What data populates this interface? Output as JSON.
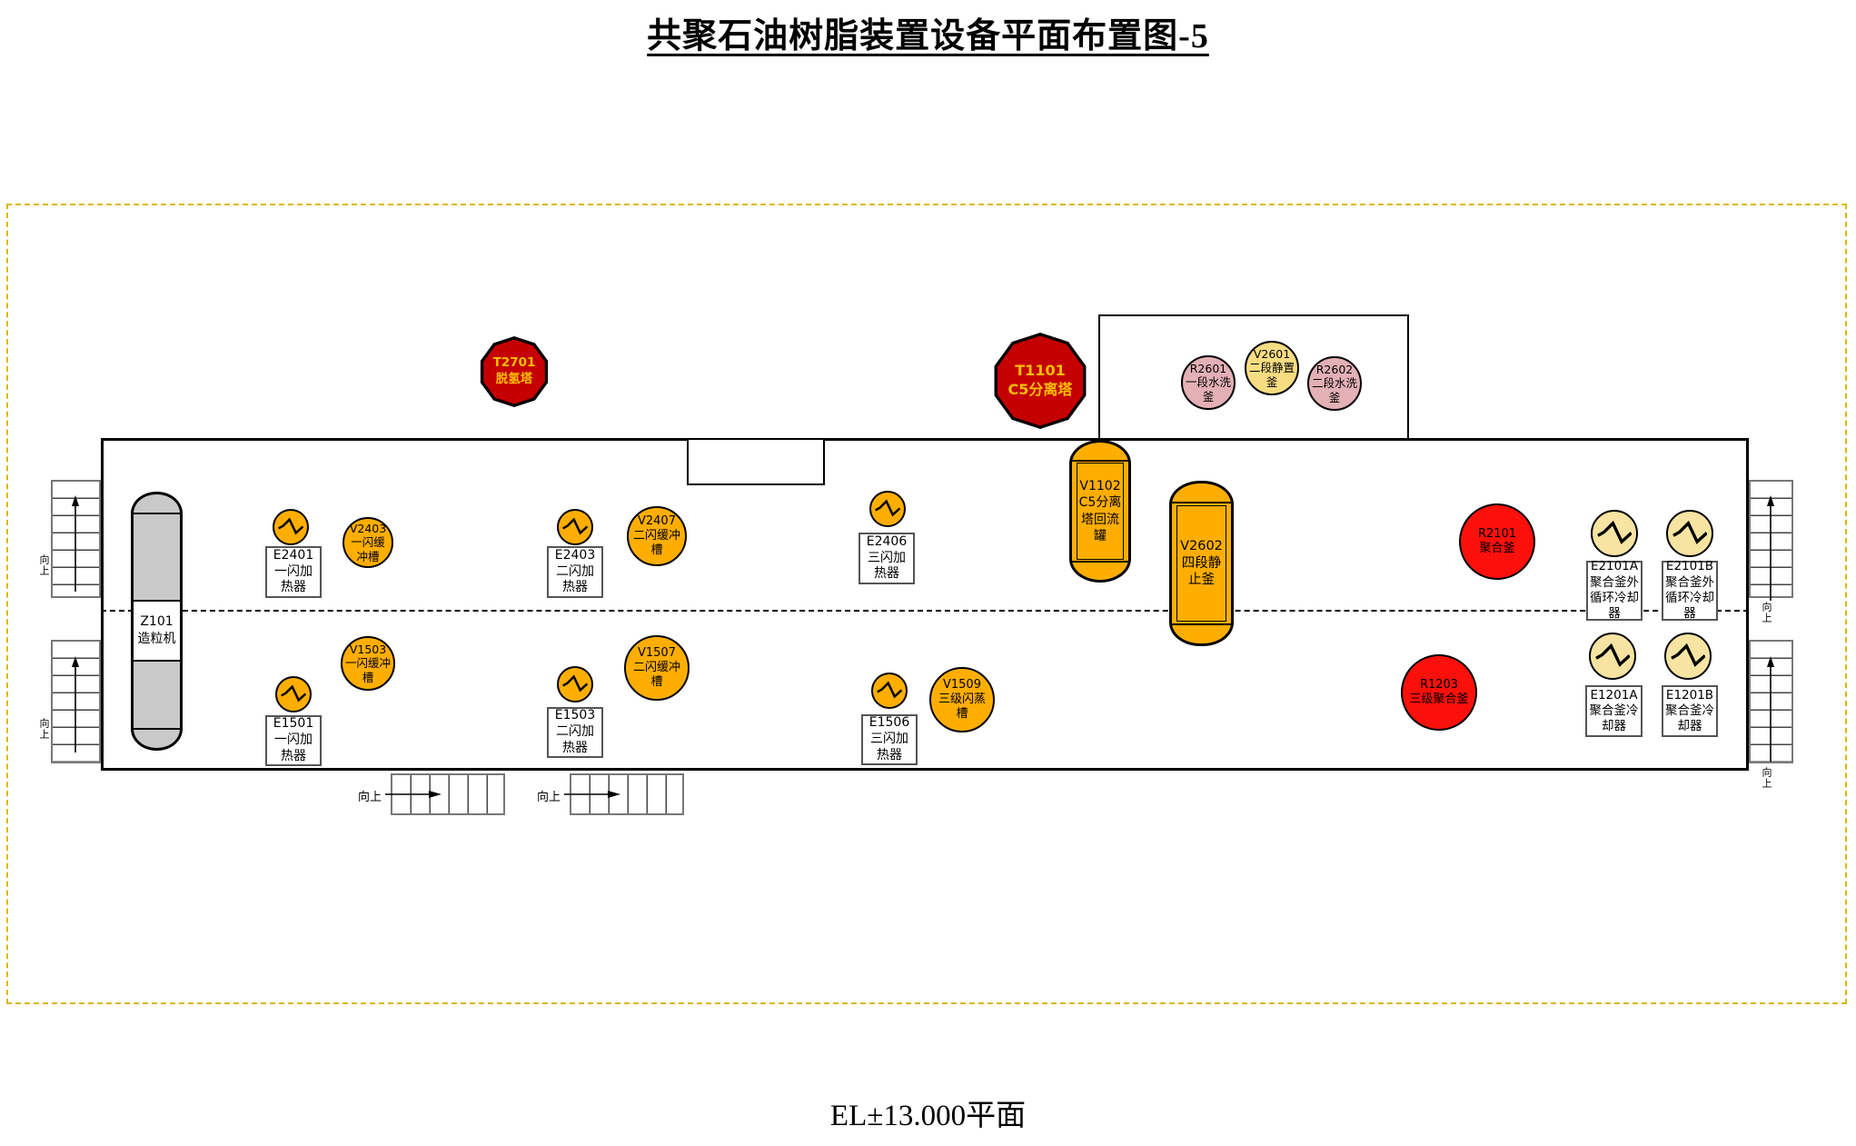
{
  "title": "共聚石油树脂装置设备平面布置图-5",
  "footer": "EL±13.000平面",
  "labels": {
    "up": "向上"
  },
  "colors": {
    "equipment_orange": "#ffae00",
    "equipment_cream": "#f7e4a2",
    "equipment_pink": "#e3b0b5",
    "equipment_yellow": "#f8dc82",
    "reactor_red": "#fb100b",
    "tower_dark_red": "#c40000",
    "tower_text_yellow": "#ffc000",
    "granulator_gray": "#c9c9c9",
    "boundary_dash_yellow": "#ddb700"
  },
  "equipment": {
    "Z101": {
      "id": "Z101",
      "name": "造粒机"
    },
    "T2701": {
      "id": "T2701",
      "name": "脱氢塔"
    },
    "T1101": {
      "id": "T1101",
      "name": "C5分离塔"
    },
    "V1102": {
      "id": "V1102",
      "name": "C5分离塔回流罐"
    },
    "V2602": {
      "id": "V2602",
      "name": "四段静止釜"
    },
    "R2601": {
      "id": "R2601",
      "name": "一段水洗釜"
    },
    "V2601": {
      "id": "V2601",
      "name": "二段静置釜"
    },
    "R2602": {
      "id": "R2602",
      "name": "二段水洗釜"
    },
    "E2401": {
      "id": "E2401",
      "name": "一闪加热器"
    },
    "V2403": {
      "id": "V2403",
      "name": "一闪缓冲槽"
    },
    "E2403": {
      "id": "E2403",
      "name": "二闪加热器"
    },
    "V2407": {
      "id": "V2407",
      "name": "二闪缓冲槽"
    },
    "E2406": {
      "id": "E2406",
      "name": "三闪加热器"
    },
    "E1501": {
      "id": "E1501",
      "name": "一闪加热器"
    },
    "V1503": {
      "id": "V1503",
      "name": "一闪缓冲槽"
    },
    "E1503": {
      "id": "E1503",
      "name": "二闪加热器"
    },
    "V1507": {
      "id": "V1507",
      "name": "二闪缓冲槽"
    },
    "E1506": {
      "id": "E1506",
      "name": "三闪加热器"
    },
    "V1509": {
      "id": "V1509",
      "name": "三级闪蒸槽"
    },
    "R2101": {
      "id": "R2101",
      "name": "聚合釜"
    },
    "R1203": {
      "id": "R1203",
      "name": "三级聚合釜"
    },
    "E2101A": {
      "id": "E2101A",
      "name": "聚合釜外循环冷却器"
    },
    "E2101B": {
      "id": "E2101B",
      "name": "聚合釜外循环冷却器"
    },
    "E1201A": {
      "id": "E1201A",
      "name": "聚合釜冷却器"
    },
    "E1201B": {
      "id": "E1201B",
      "name": "聚合釜冷却器"
    }
  }
}
